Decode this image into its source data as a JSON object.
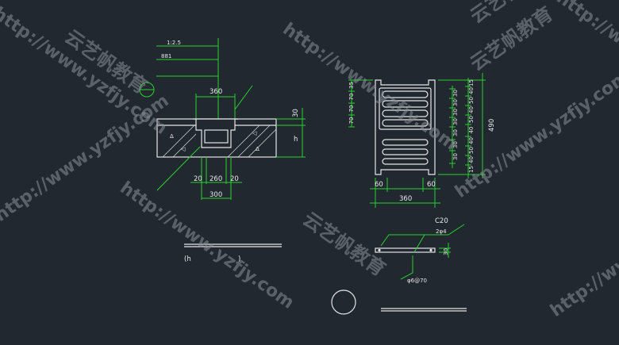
{
  "colors": {
    "background": "#212830",
    "line": "#e6e6e6",
    "dimension": "#27d12c",
    "watermark": "#8a9099"
  },
  "section": {
    "mix_label": "1:2.5",
    "layer_label": "881",
    "top_width": "360",
    "thickness": "30",
    "depth": "h",
    "side_left": "20",
    "inner_width": "260",
    "side_right": "20",
    "bottom_width": "300"
  },
  "plan": {
    "right_dims": [
      "15",
      "40",
      "50",
      "40",
      "50",
      "40",
      "40",
      "50",
      "40",
      "15"
    ],
    "right_inner_dims": [
      "30",
      "30",
      "30",
      "30",
      "30",
      "30",
      "30"
    ],
    "left_dims": [
      "70",
      "70",
      "70",
      "35"
    ],
    "total_height": "490",
    "bottom_left": "60",
    "bottom_right": "60",
    "bottom_total": "360"
  },
  "bar": {
    "concrete": "C20",
    "rebar": "2φ4",
    "height": "30",
    "spacing": "φ6@70"
  },
  "title_left": "(h",
  "title_left_close": ")",
  "watermarks": [
    "云艺帆教育",
    "http://www.yzfjy.com"
  ]
}
